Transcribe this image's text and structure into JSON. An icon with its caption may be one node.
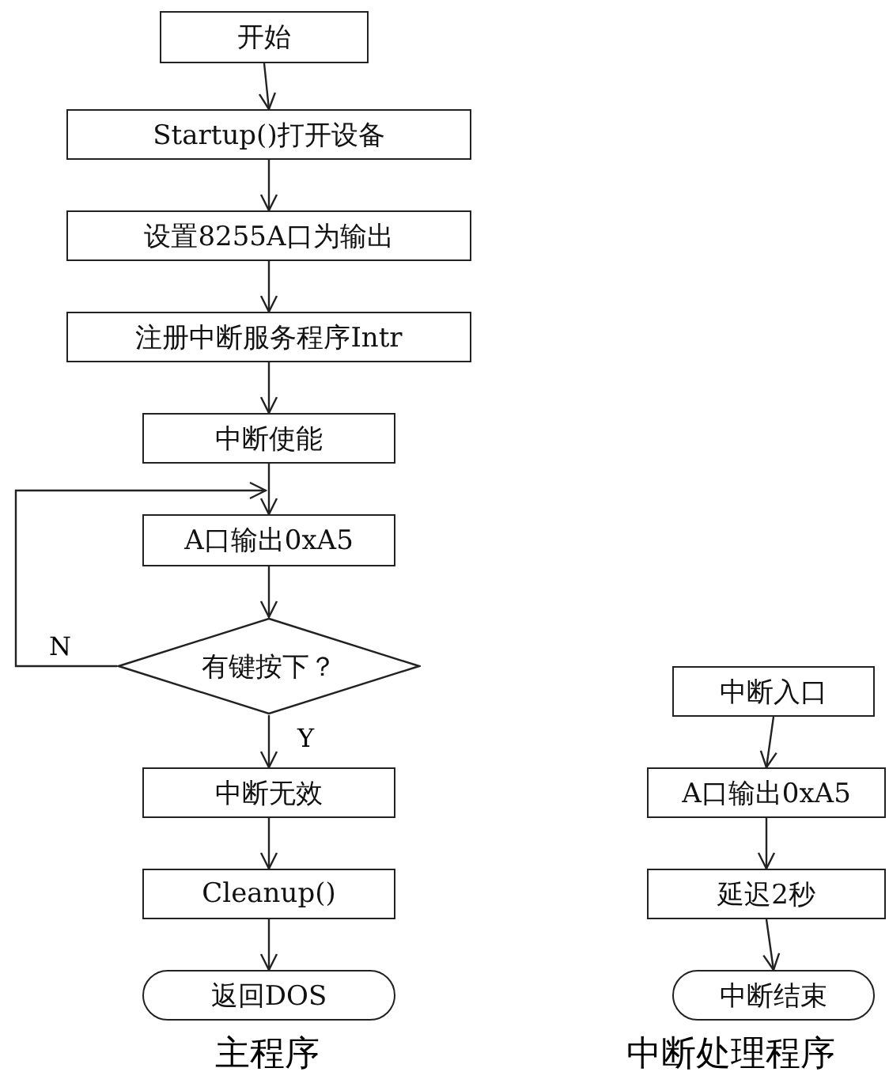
{
  "diagram": {
    "nodes": [
      {
        "text": [
          "开始"
        ]
      },
      {
        "text": [
          "Startup()打开设备"
        ]
      },
      {
        "text": [
          "设置8255A口为输出"
        ]
      },
      {
        "text": [
          "注册中断服务程序Intr"
        ]
      },
      {
        "text": [
          "中断使能"
        ]
      },
      {
        "text": [
          "A口输出0xA5"
        ]
      },
      {
        "text": [
          "有键按下？"
        ]
      },
      {
        "text": [
          "中断无效"
        ]
      },
      {
        "text": [
          "Cleanup()"
        ]
      },
      {
        "text": [
          "返回DOS"
        ]
      },
      {
        "text": [
          "中断入口"
        ]
      },
      {
        "text": [
          "A口输出0xA5"
        ]
      },
      {
        "text": [
          "延迟2秒"
        ]
      },
      {
        "text": [
          "中断结束"
        ]
      }
    ],
    "edges": [
      {
        "from": 0,
        "to": 1,
        "arrow": "to"
      },
      {
        "from": 1,
        "to": 2,
        "arrow": "to"
      },
      {
        "from": 2,
        "to": 3,
        "arrow": "to"
      },
      {
        "from": 3,
        "to": 4,
        "arrow": "to"
      },
      {
        "from": 4,
        "to": 5,
        "arrow": "to"
      },
      {
        "from": 5,
        "to": 6,
        "arrow": "to"
      },
      {
        "from": 6,
        "to": 7,
        "arrow": "to",
        "label": "Y"
      },
      {
        "from": 7,
        "to": 8,
        "arrow": "to"
      },
      {
        "from": 8,
        "to": 9,
        "arrow": "to"
      },
      {
        "from": 6,
        "to": 5,
        "arrow": "to",
        "label": "N"
      },
      {
        "from": 10,
        "to": 11,
        "arrow": "to"
      },
      {
        "from": 11,
        "to": 12,
        "arrow": "to"
      },
      {
        "from": 12,
        "to": 13,
        "arrow": "to"
      }
    ],
    "labels": [
      "主程序",
      "中断处理程序"
    ]
  }
}
